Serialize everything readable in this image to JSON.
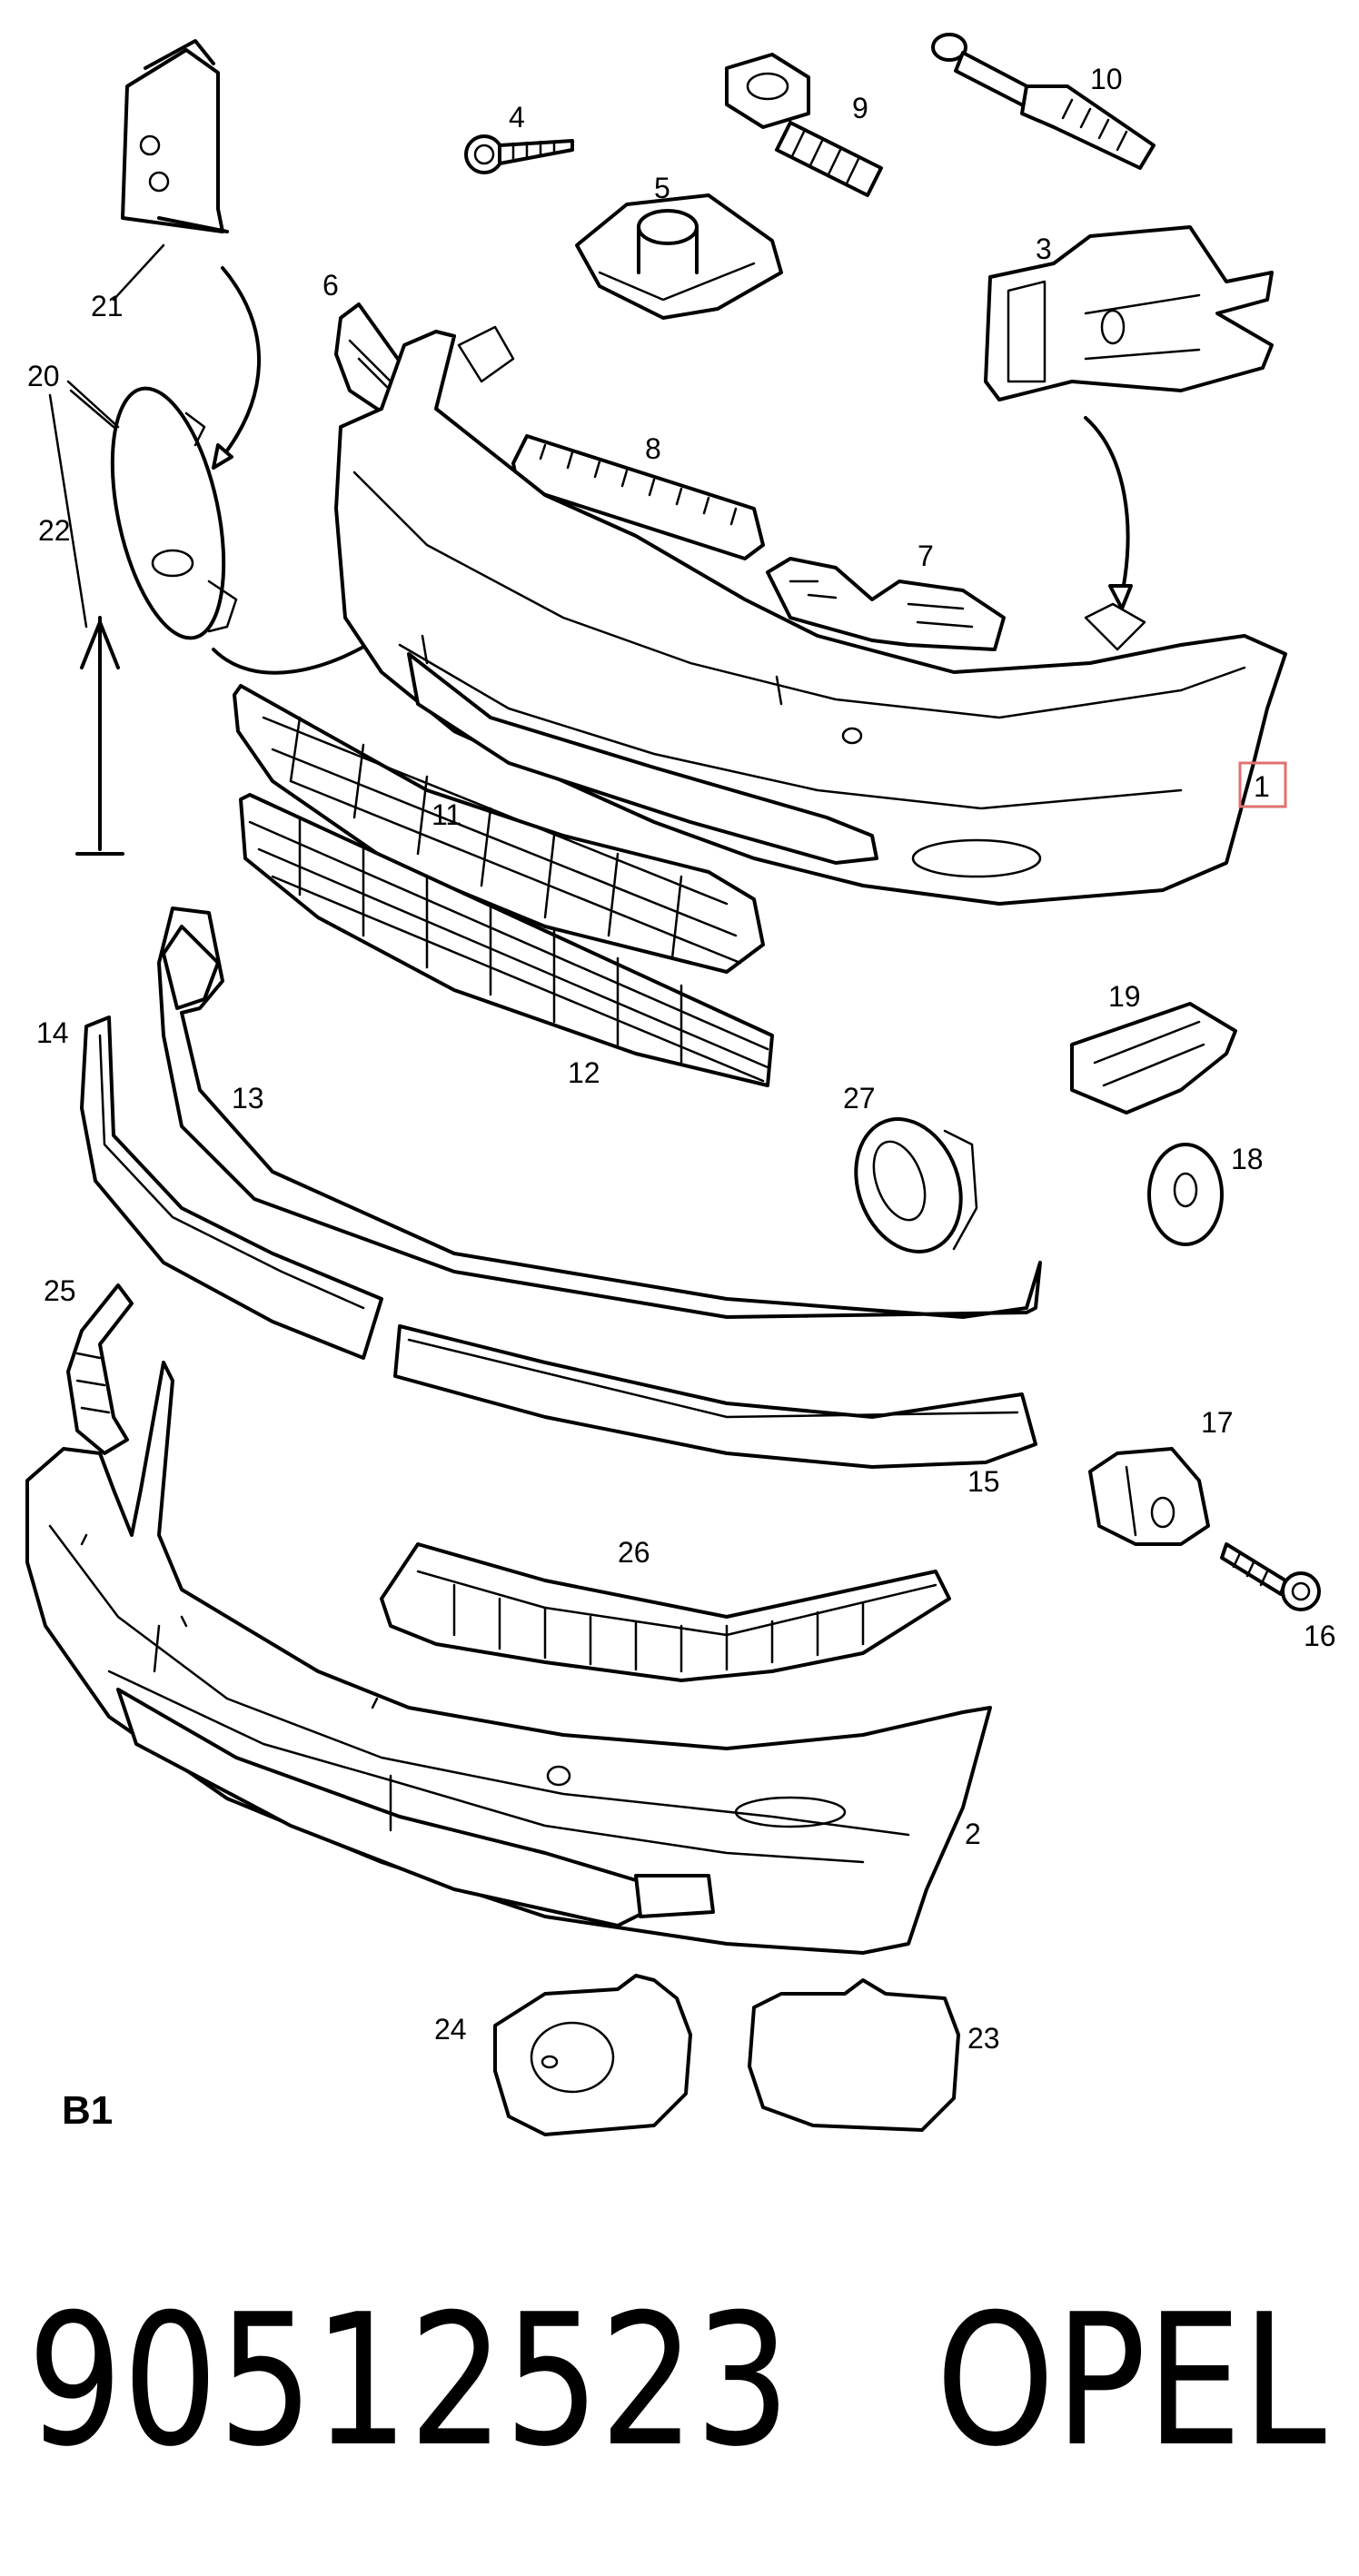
{
  "labels": {
    "l1": "1",
    "l2": "2",
    "l3": "3",
    "l4": "4",
    "l5": "5",
    "l6": "6",
    "l7": "7",
    "l8": "8",
    "l9": "9",
    "l10": "10",
    "l11": "11",
    "l12": "12",
    "l13": "13",
    "l14": "14",
    "l15": "15",
    "l16": "16",
    "l17": "17",
    "l18": "18",
    "l19": "19",
    "l20": "20",
    "l21": "21",
    "l22": "22",
    "l23": "23",
    "l24": "24",
    "l25": "25",
    "l26": "26",
    "l27": "27"
  },
  "section": "B1",
  "part_number": "90512523",
  "brand": "OPEL",
  "highlight_color": "#e07070"
}
